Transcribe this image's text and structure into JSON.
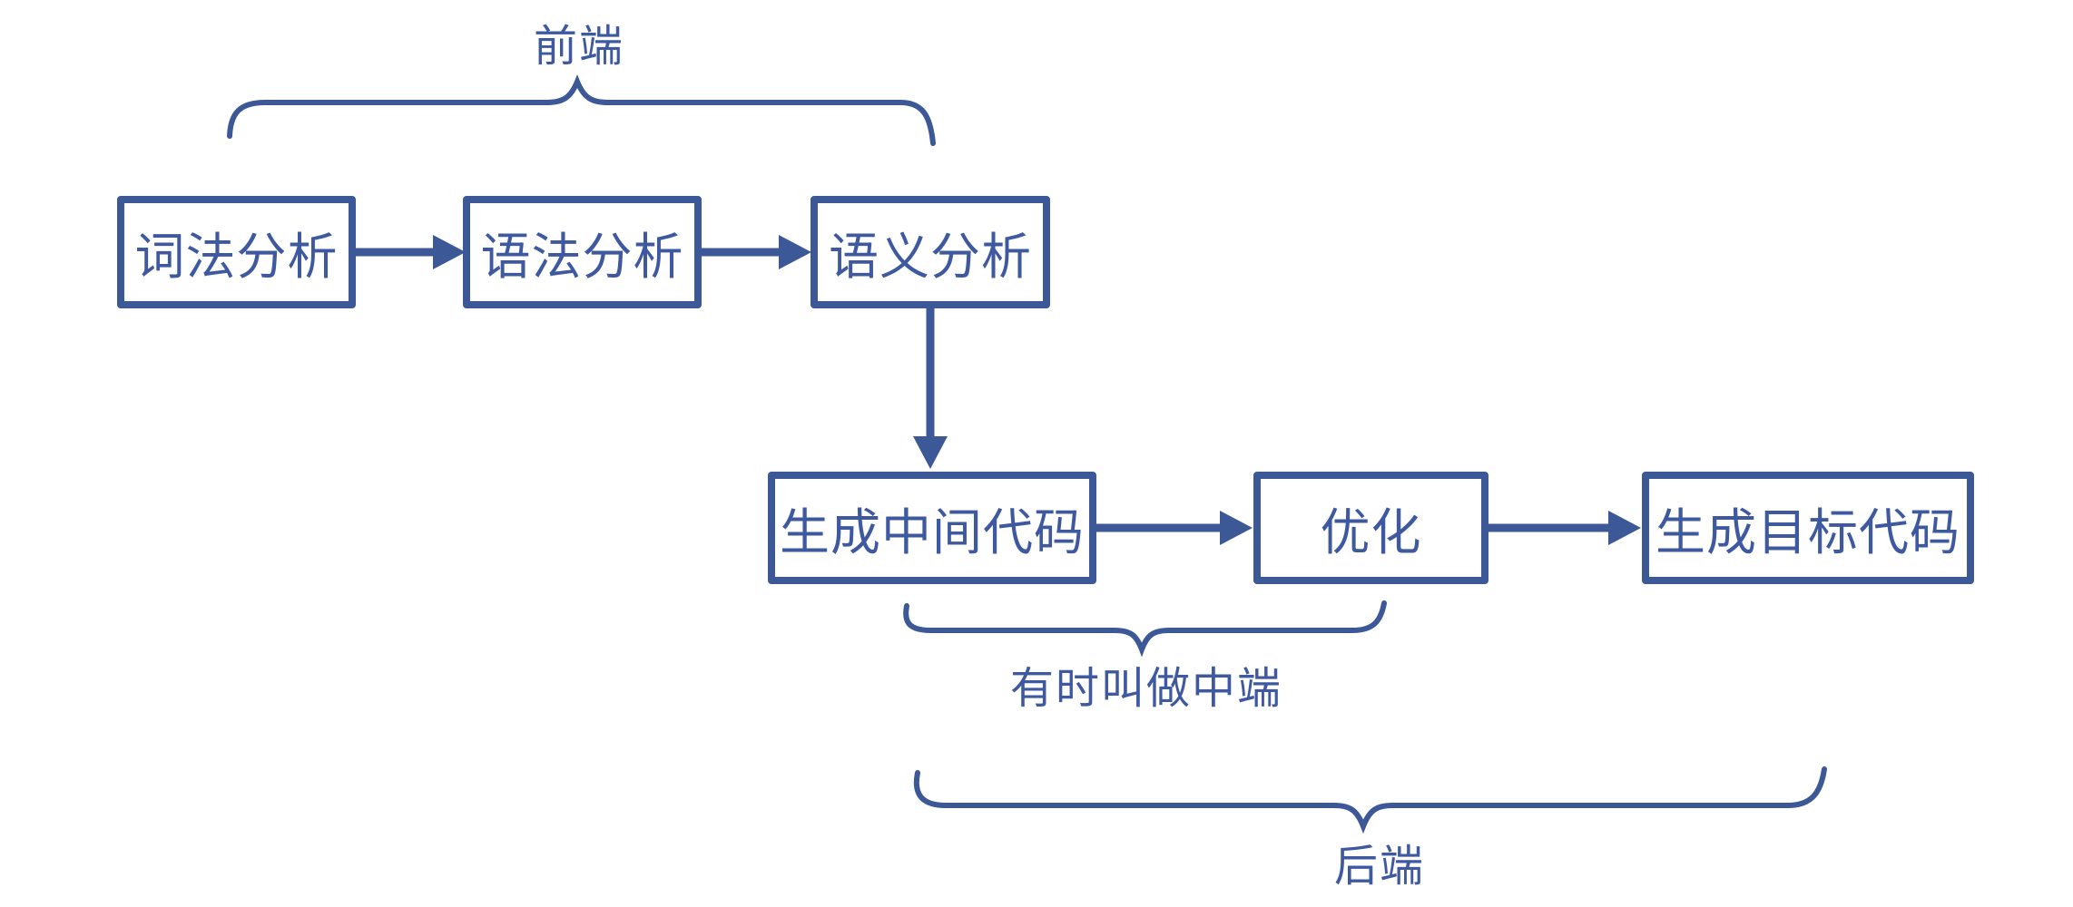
{
  "diagram": {
    "background_color": "#ffffff",
    "accent_color": "#3c5897",
    "text_color": "#3e59a0",
    "nodes": [
      {
        "id": "lexical-analysis",
        "label": "词法分析"
      },
      {
        "id": "syntax-analysis",
        "label": "语法分析"
      },
      {
        "id": "semantic-analysis",
        "label": "语义分析"
      },
      {
        "id": "intermediate-code-generation",
        "label": "生成中间代码"
      },
      {
        "id": "optimization",
        "label": "优化"
      },
      {
        "id": "target-code-generation",
        "label": "生成目标代码"
      }
    ],
    "edges": [
      {
        "from": "lexical-analysis",
        "to": "syntax-analysis"
      },
      {
        "from": "syntax-analysis",
        "to": "semantic-analysis"
      },
      {
        "from": "semantic-analysis",
        "to": "intermediate-code-generation"
      },
      {
        "from": "intermediate-code-generation",
        "to": "optimization"
      },
      {
        "from": "optimization",
        "to": "target-code-generation"
      }
    ],
    "braces": [
      {
        "id": "front-end",
        "label": "前端",
        "spans": [
          "lexical-analysis",
          "syntax-analysis",
          "semantic-analysis"
        ]
      },
      {
        "id": "middle-end",
        "label": "有时叫做中端",
        "spans": [
          "intermediate-code-generation",
          "optimization"
        ]
      },
      {
        "id": "back-end",
        "label": "后端",
        "spans": [
          "intermediate-code-generation",
          "optimization",
          "target-code-generation"
        ]
      }
    ]
  }
}
